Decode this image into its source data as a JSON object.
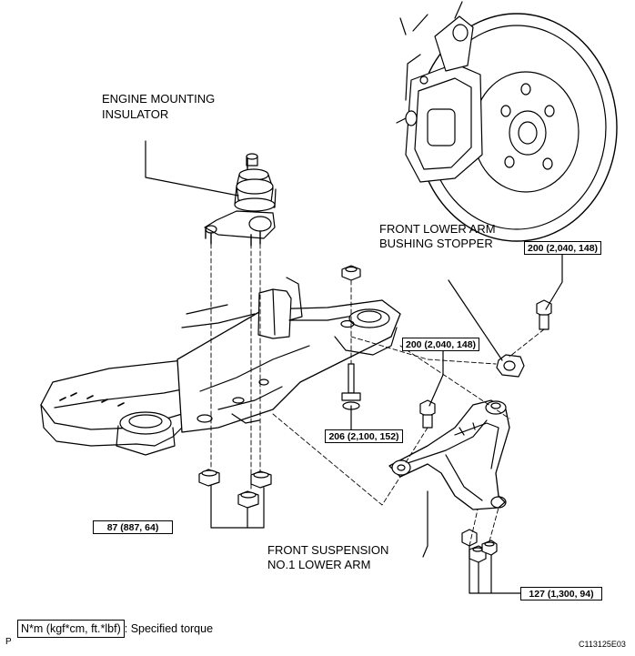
{
  "labels": {
    "engine_mounting_insulator_1": "ENGINE MOUNTING",
    "engine_mounting_insulator_2": "INSULATOR",
    "bushing_stopper_1": "FRONT LOWER ARM",
    "bushing_stopper_2": "BUSHING STOPPER",
    "lower_arm_1": "FRONT SUSPENSION",
    "lower_arm_2": "NO.1 LOWER ARM"
  },
  "torques": {
    "bushing_stopper_bolt": "200 (2,040, 148)",
    "lower_arm_front_bolt": "200 (2,040, 148)",
    "crossmember_bolt": "206 (2,100, 152)",
    "engine_mount_nuts": "87 (887, 64)",
    "lower_arm_rear_nuts": "127 (1,300, 94)"
  },
  "legend": {
    "unit": "N*m (kgf*cm, ft.*lbf)",
    "description": ": Specified torque"
  },
  "footer": {
    "page_marker": "P",
    "figure_code": "C113125E03"
  }
}
